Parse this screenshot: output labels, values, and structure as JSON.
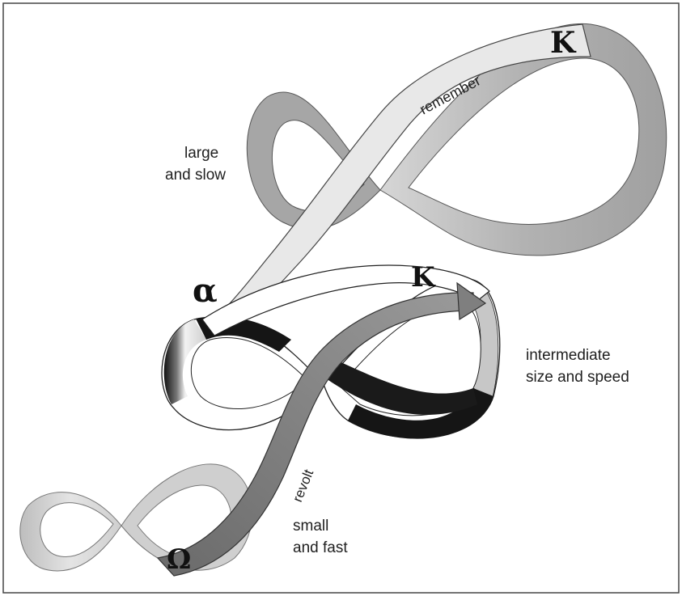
{
  "labels": {
    "large_line1": "large",
    "large_line2": "and  slow",
    "intermediate_line1": "intermediate",
    "intermediate_line2": "size and speed",
    "small_line1": "small",
    "small_line2": "and fast",
    "remember": "remember",
    "revolt": "revolt"
  },
  "symbols": {
    "kappa_large": "K",
    "kappa_intermediate": "K",
    "alpha": "α",
    "omega": "Ω"
  },
  "colors": {
    "background": "#ffffff",
    "border": "#444444",
    "large_loop": "#b9b9b9",
    "large_loop_dark": "#9a9a9a",
    "remember_arrow": "#e6e6e6",
    "intermediate_white": "#ffffff",
    "intermediate_black": "#141414",
    "small_loop": "#d0d0d0",
    "revolt_arrow": "#7d7d7d"
  },
  "icons": {
    "remember_arrow": "arrow-left",
    "revolt_arrow": "arrow-right"
  }
}
